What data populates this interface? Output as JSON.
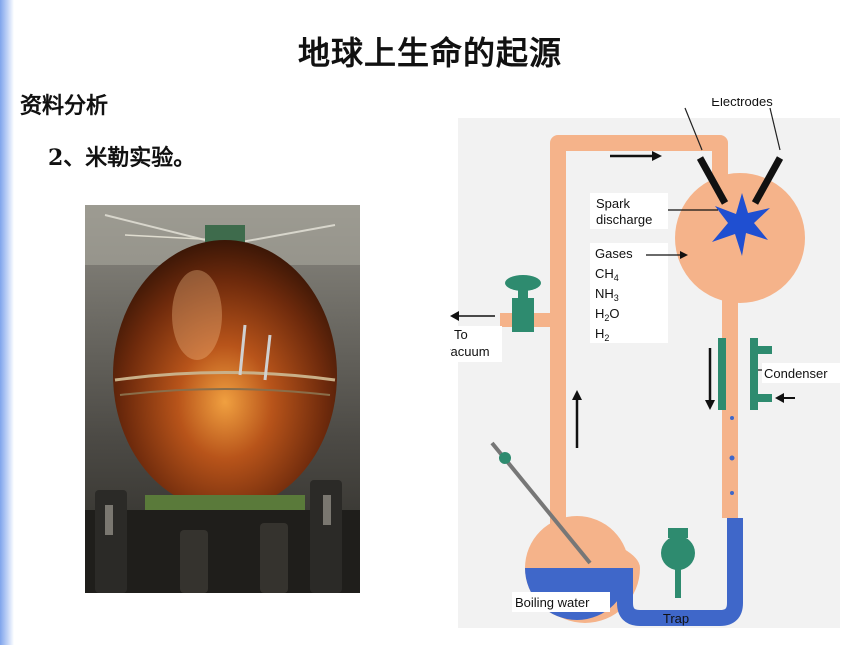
{
  "title": "地球上生命的起源",
  "section": "资料分析",
  "item": "2、米勒实验。",
  "diagram": {
    "electrodes": "Electrodes",
    "spark_line1": "Spark",
    "spark_line2": "discharge",
    "gases_title": "Gases",
    "gas_ch4_main": "CH",
    "gas_ch4_sub": "4",
    "gas_nh3_main": "NH",
    "gas_nh3_sub": "3",
    "gas_h2o_main": "H",
    "gas_h2o_sub": "2",
    "gas_h2o_tail": "O",
    "gas_h2_main": "H",
    "gas_h2_sub": "2",
    "to_vacuum_line1": "To",
    "to_vacuum_line2": "vacuum",
    "condenser": "Condenser",
    "boiling_water": "Boiling water",
    "trap": "Trap"
  },
  "colors": {
    "apparatus": "#f5b38a",
    "water": "#3f67c9",
    "condenser": "#2e8b6f",
    "spark": "#1f4fd1",
    "diagram_bg": "#f2f2f2"
  }
}
